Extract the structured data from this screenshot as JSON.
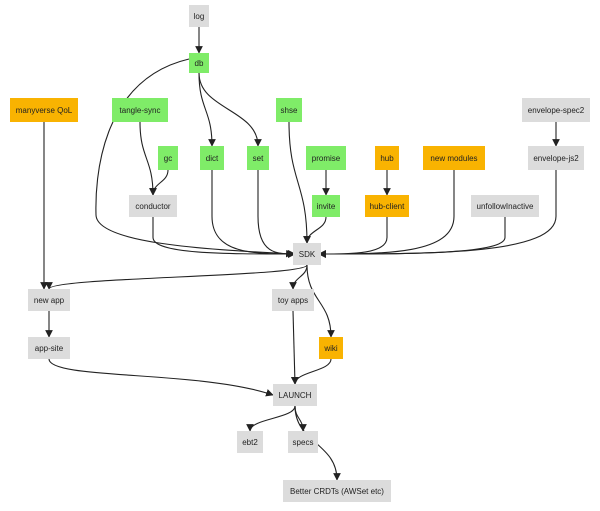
{
  "colors": {
    "default": "#dcdcdc",
    "done": "#7fec68",
    "in_progress": "#f9b301",
    "edge": "#222222"
  },
  "nodes": {
    "log": "log",
    "db": "db",
    "manyverse_qol": "manyverse QoL",
    "tangle_sync": "tangle-sync",
    "shse": "shse",
    "envelope_spec2": "envelope-spec2",
    "gc": "gc",
    "dict": "dict",
    "set": "set",
    "promise": "promise",
    "hub": "hub",
    "new_modules": "new modules",
    "envelope_js2": "envelope-js2",
    "conductor": "conductor",
    "invite": "invite",
    "hub_client": "hub-client",
    "unfollow_inactive": "unfollowInactive",
    "sdk": "SDK",
    "new_app": "new app",
    "toy_apps": "toy apps",
    "app_site": "app-site",
    "wiki": "wiki",
    "launch": "LAUNCH",
    "ebt2": "ebt2",
    "specs": "specs",
    "better_crdts": "Better CRDTs (AWSet etc)"
  },
  "edges": [
    [
      "log",
      "db"
    ],
    [
      "db",
      "sdk"
    ],
    [
      "db",
      "dict"
    ],
    [
      "db",
      "set"
    ],
    [
      "tangle_sync",
      "conductor"
    ],
    [
      "gc",
      "conductor"
    ],
    [
      "envelope_spec2",
      "envelope_js2"
    ],
    [
      "promise",
      "invite"
    ],
    [
      "hub",
      "hub_client"
    ],
    [
      "conductor",
      "sdk"
    ],
    [
      "dict",
      "sdk"
    ],
    [
      "set",
      "sdk"
    ],
    [
      "shse",
      "sdk"
    ],
    [
      "invite",
      "sdk"
    ],
    [
      "hub_client",
      "sdk"
    ],
    [
      "new_modules",
      "sdk"
    ],
    [
      "unfollow_inactive",
      "sdk"
    ],
    [
      "envelope_js2",
      "sdk"
    ],
    [
      "manyverse_qol",
      "new_app"
    ],
    [
      "sdk",
      "new_app"
    ],
    [
      "sdk",
      "toy_apps"
    ],
    [
      "sdk",
      "wiki"
    ],
    [
      "new_app",
      "app_site"
    ],
    [
      "app_site",
      "launch"
    ],
    [
      "toy_apps",
      "launch"
    ],
    [
      "wiki",
      "launch"
    ],
    [
      "launch",
      "ebt2"
    ],
    [
      "launch",
      "specs"
    ],
    [
      "launch",
      "better_crdts"
    ]
  ]
}
